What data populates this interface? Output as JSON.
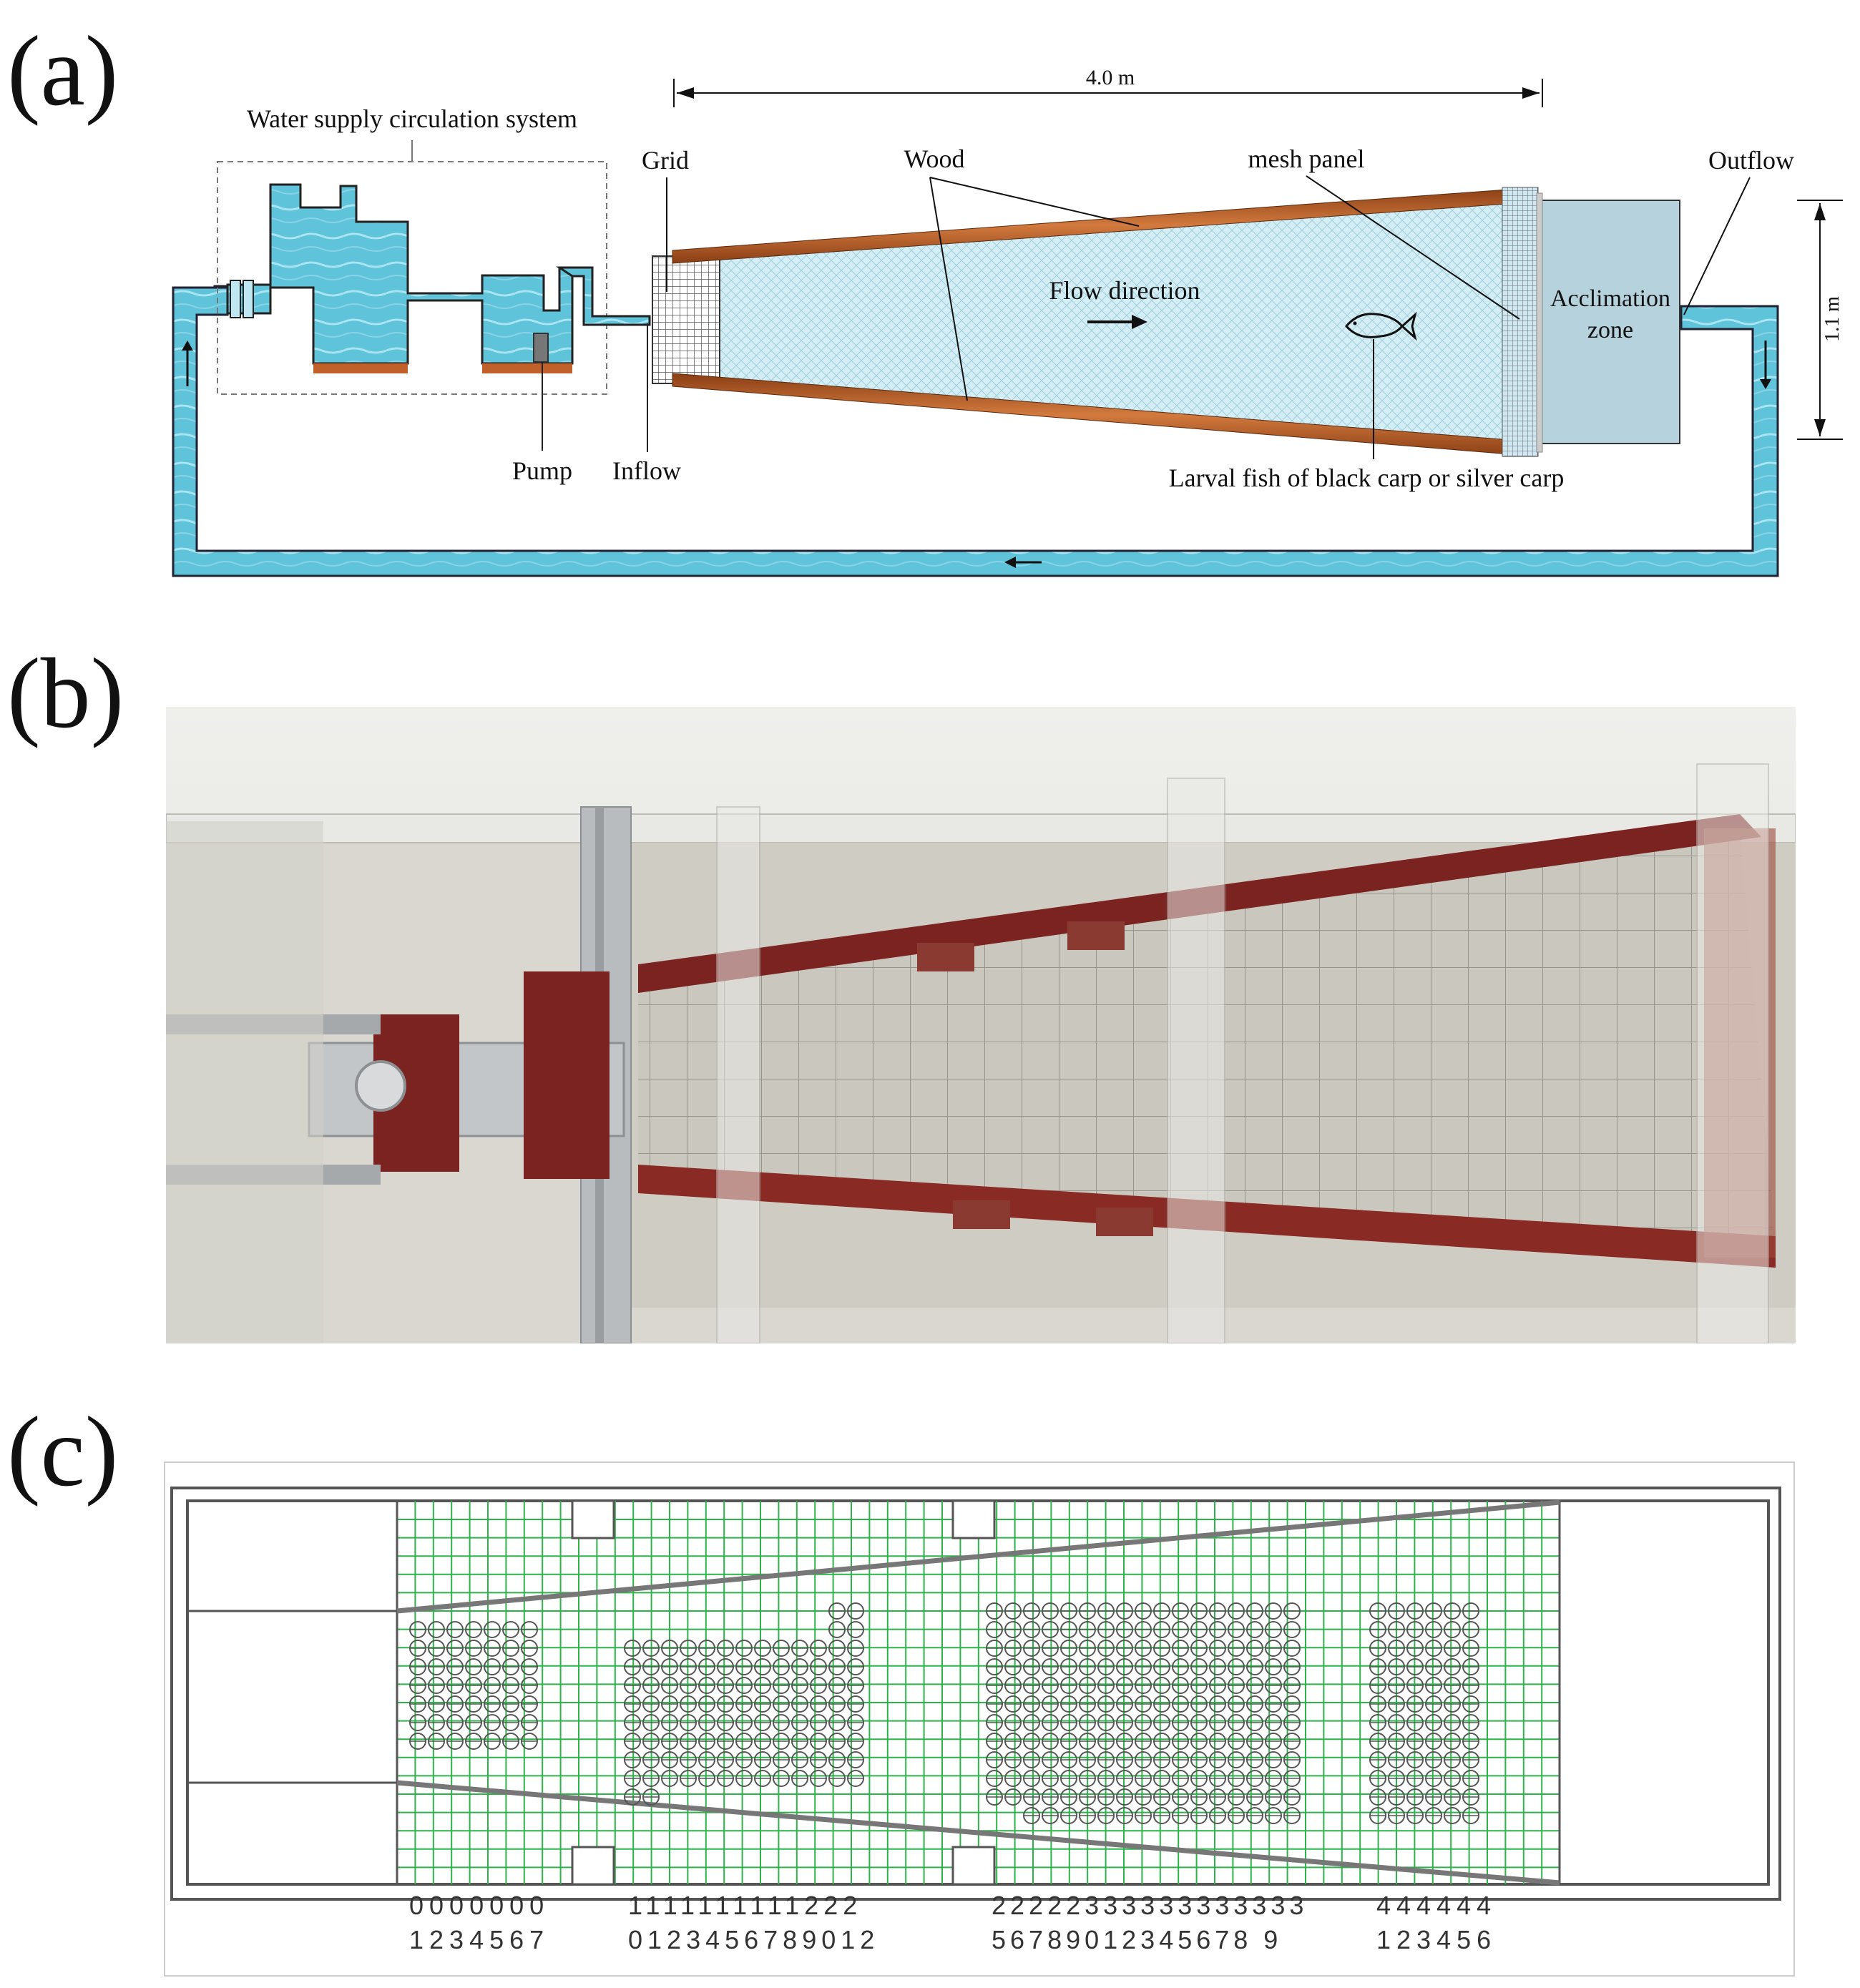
{
  "panels": {
    "a": {
      "label": "(a)"
    },
    "b": {
      "label": "(b)"
    },
    "c": {
      "label": "(c)"
    }
  },
  "diagram_a": {
    "length_dimension": "4.0 m",
    "width_dimension": "1.1 m",
    "labels": {
      "water_supply": "Water supply circulation system",
      "grid": "Grid",
      "wood": "Wood",
      "mesh_panel": "mesh panel",
      "outflow": "Outflow",
      "flow_direction": "Flow direction",
      "acclimation_line1": "Acclimation",
      "acclimation_line2": "zone",
      "pump": "Pump",
      "inflow": "Inflow",
      "larval_fish": "Larval fish of black carp or silver carp"
    },
    "colors": {
      "water": "#5fc3d9",
      "water_light": "#a9dff0",
      "wood": "#c0612b",
      "acclimation": "#b6d3dd",
      "channel": "#d5eef5"
    }
  },
  "photo_b": {
    "colors": {
      "wall": "#e6e6e2",
      "glass": "#d8d6cf",
      "wood": "#7a2320",
      "metal": "#b9bcbf",
      "floor": "#c8c5bd"
    }
  },
  "diagram_c": {
    "section_labels": [
      {
        "top": "0000000",
        "bottom": "1234567"
      },
      {
        "top": "1111111111222",
        "bottom": "0123456789012"
      },
      {
        "top": "22222333333333333",
        "bottom": "56789012345678 9"
      },
      {
        "top": "444444",
        "bottom": "123456"
      }
    ],
    "colors": {
      "grid": "#2eb34a",
      "frame": "#555555",
      "circle": "#555555"
    }
  }
}
